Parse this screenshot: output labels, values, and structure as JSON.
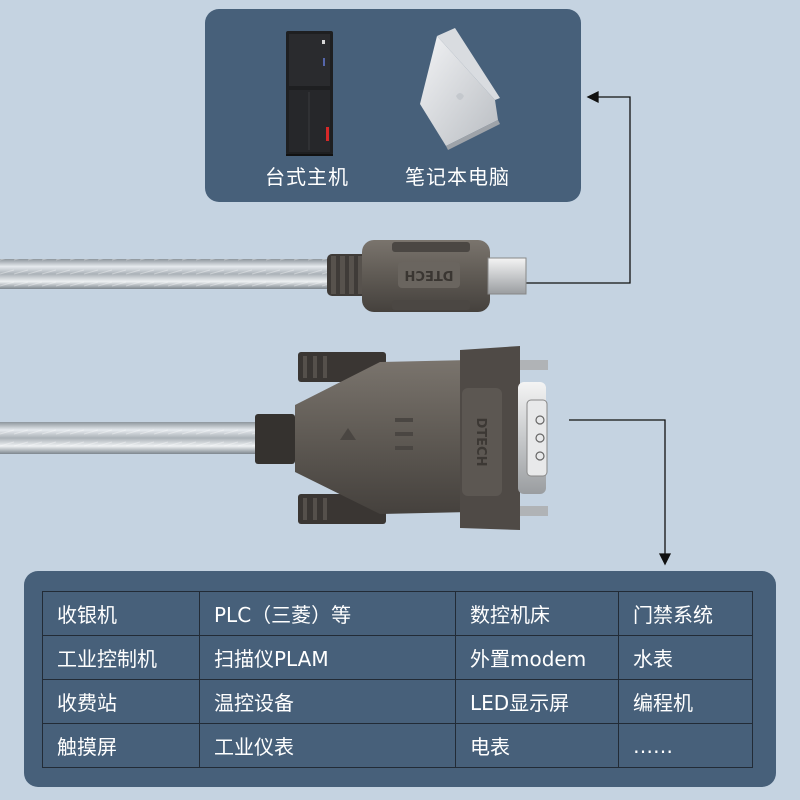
{
  "devices": [
    {
      "name": "desktop-tower",
      "label": "台式主机"
    },
    {
      "name": "laptop",
      "label": "笔记本电脑"
    }
  ],
  "connectors": {
    "usb_brand": "DTECH",
    "db9_brand": "DTECH"
  },
  "applications": {
    "rows": [
      [
        "收银机",
        "PLC（三菱）等",
        "数控机床",
        "门禁系统"
      ],
      [
        "工业控制机",
        "扫描仪PLAM",
        "外置modem",
        "水表"
      ],
      [
        "收费站",
        "温控设备",
        "LED显示屏",
        "编程机"
      ],
      [
        "触摸屏",
        "工业仪表",
        "电表",
        "……"
      ]
    ]
  },
  "colors": {
    "background": "#c5d3e1",
    "panel": "#47607a",
    "connector_body": "#5e5a55",
    "text": "#ffffff"
  }
}
